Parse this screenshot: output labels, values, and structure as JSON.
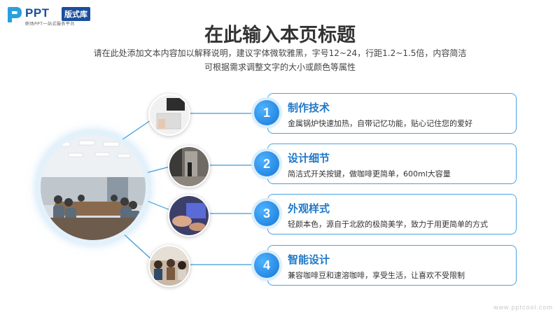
{
  "logo": {
    "brand": "PPT",
    "tag": "版式库",
    "slogan": "职场PPT一站式服务平台"
  },
  "header": {
    "title": "在此输入本页标题",
    "subtitle_line1": "请在此处添加文本内容加以解释说明，建议字体微软雅黑，字号12~24，行距1.2~1.5倍，内容简洁",
    "subtitle_line2": "可根据需求调整文字的大小或颜色等属性"
  },
  "items": [
    {
      "num": "1",
      "title": "制作技术",
      "desc": "金属锅炉快速加热，自带记忆功能，贴心记住您的爱好"
    },
    {
      "num": "2",
      "title": "设计细节",
      "desc": "简洁式开关按键，做咖啡更简单，600ml大容量"
    },
    {
      "num": "3",
      "title": "外观样式",
      "desc": "轻颜本色，源自于北欧的极简美学，致力于用更简单的方式"
    },
    {
      "num": "4",
      "title": "智能设计",
      "desc": "兼容咖啡豆和速溶咖啡，享受生活，让喜欢不受限制"
    }
  ],
  "watermark": "www.pptcool.com",
  "colors": {
    "accent": "#1f78c8",
    "border": "#4aa3df",
    "brand": "#1a4f9c"
  },
  "icons": {
    "logo": "p-logo-icon"
  }
}
